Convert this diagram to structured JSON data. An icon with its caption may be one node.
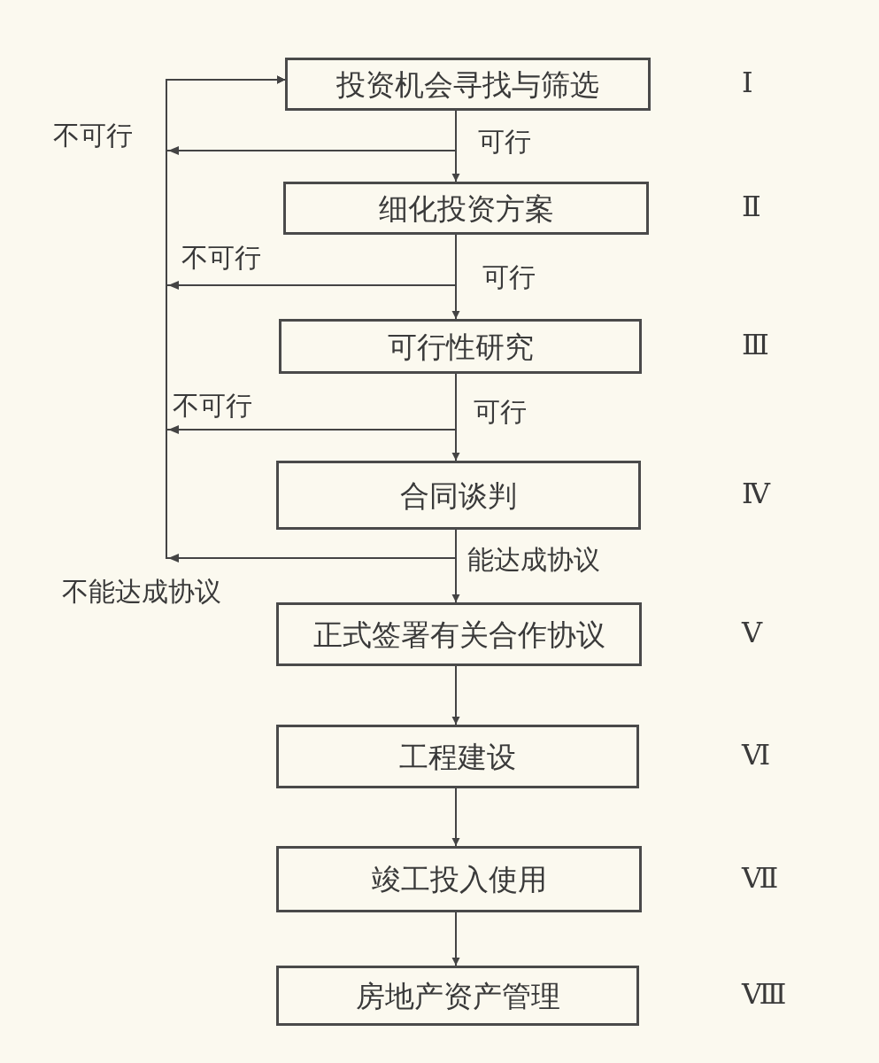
{
  "diagram": {
    "nodes": [
      {
        "text": [
          "投资机会寻找与筛选"
        ],
        "beside": [
          "Ⅰ"
        ]
      },
      {
        "text": [
          "细化投资方案"
        ],
        "beside": [
          "Ⅱ"
        ]
      },
      {
        "text": [
          "可行性研究"
        ],
        "beside": [
          "Ⅲ"
        ]
      },
      {
        "text": [
          "合同谈判"
        ],
        "beside": [
          "Ⅳ"
        ]
      },
      {
        "text": [
          "正式签署有关合作协议"
        ],
        "beside": [
          "Ⅴ"
        ]
      },
      {
        "text": [
          "工程建设"
        ],
        "beside": [
          "Ⅵ"
        ]
      },
      {
        "text": [
          "竣工投入使用"
        ],
        "beside": [
          "Ⅶ"
        ]
      },
      {
        "text": [
          "房地产资产管理"
        ],
        "beside": [
          "Ⅷ"
        ]
      }
    ],
    "edges": [
      {
        "from": 0,
        "to": 1,
        "arrow": "to",
        "label": "可行"
      },
      {
        "from": 1,
        "to": 2,
        "arrow": "to",
        "label": "可行"
      },
      {
        "from": 2,
        "to": 3,
        "arrow": "to",
        "label": "可行"
      },
      {
        "from": 3,
        "to": 4,
        "arrow": "to",
        "label": "能达成协议"
      },
      {
        "from": 4,
        "to": 5,
        "arrow": "to"
      },
      {
        "from": 5,
        "to": 6,
        "arrow": "to"
      },
      {
        "from": 6,
        "to": 7,
        "arrow": "to"
      },
      {
        "from": 0,
        "to": 0,
        "arrow": "to",
        "label": "不可行"
      },
      {
        "from": 1,
        "to": 0,
        "arrow": "to",
        "label": "不可行"
      },
      {
        "from": 2,
        "to": 0,
        "arrow": "to",
        "label": "不可行"
      },
      {
        "from": 3,
        "to": 0,
        "arrow": "to",
        "label": "不能达成协议"
      }
    ]
  }
}
